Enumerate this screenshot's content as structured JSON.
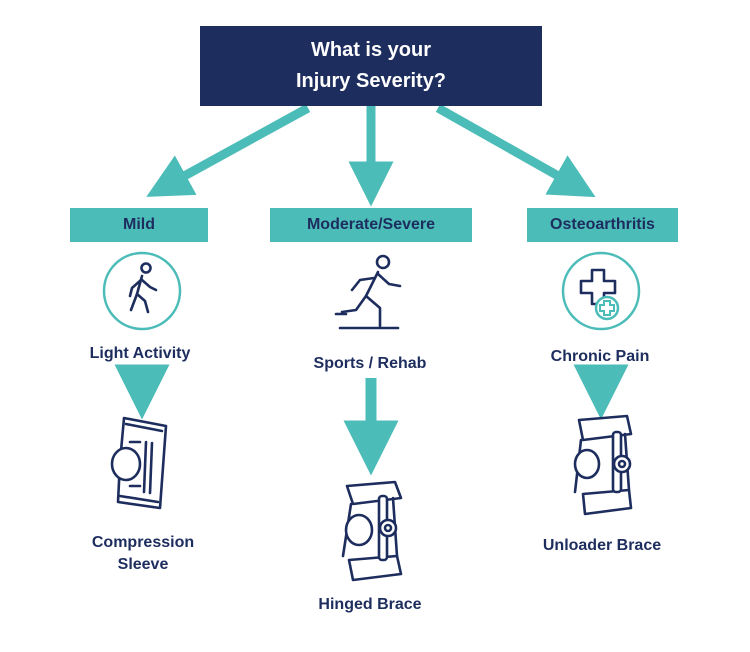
{
  "root": {
    "line1": "What is your",
    "line2": "Injury Severity?"
  },
  "branches": [
    {
      "category": "Mild",
      "activity": "Light Activity",
      "brace_line1": "Compression",
      "brace_line2": "Sleeve"
    },
    {
      "category": "Moderate/Severe",
      "activity": "Sports / Rehab",
      "brace_line1": "Hinged Brace"
    },
    {
      "category": "Osteoarthritis",
      "activity": "Chronic Pain",
      "brace_line1": "Unloader Brace"
    }
  ],
  "colors": {
    "navy": "#1d2d5e",
    "teal": "#4bbcb8",
    "text": "#1d2d5e",
    "icon_bg": "#ffffff"
  },
  "icons": {
    "mild": "walking-person-icon",
    "moderate": "running-person-icon",
    "osteo": "medical-cross-icon",
    "sleeve": "compression-sleeve-icon",
    "hinged": "hinged-brace-icon",
    "unloader": "unloader-brace-icon"
  }
}
